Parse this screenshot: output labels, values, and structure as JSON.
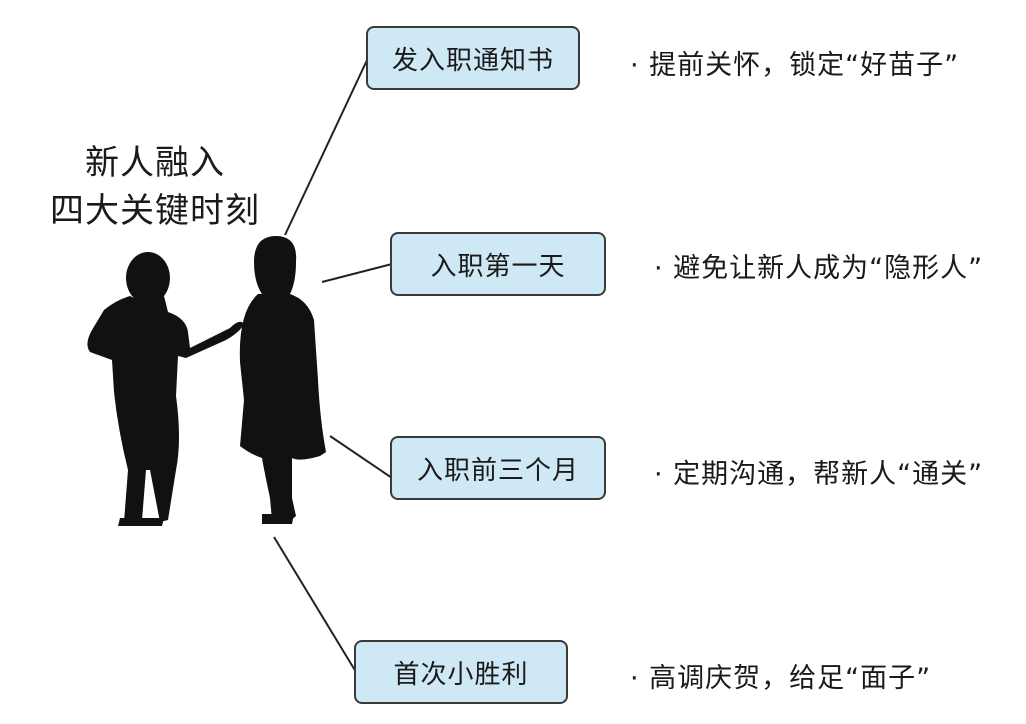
{
  "title": {
    "line1": "新人融入",
    "line2": "四大关键时刻"
  },
  "moments": [
    {
      "label": "发入职通知书",
      "note": "· 提前关怀，锁定“好苗子”"
    },
    {
      "label": "入职第一天",
      "note": "· 避免让新人成为“隐形人”"
    },
    {
      "label": "入职前三个月",
      "note": "· 定期沟通，帮新人“通关”"
    },
    {
      "label": "首次小胜利",
      "note": "· 高调庆贺，给足“面子”"
    }
  ],
  "colors": {
    "box_fill": "#cfe8f5",
    "box_border": "#3a3a3a",
    "silhouette": "#111111"
  }
}
